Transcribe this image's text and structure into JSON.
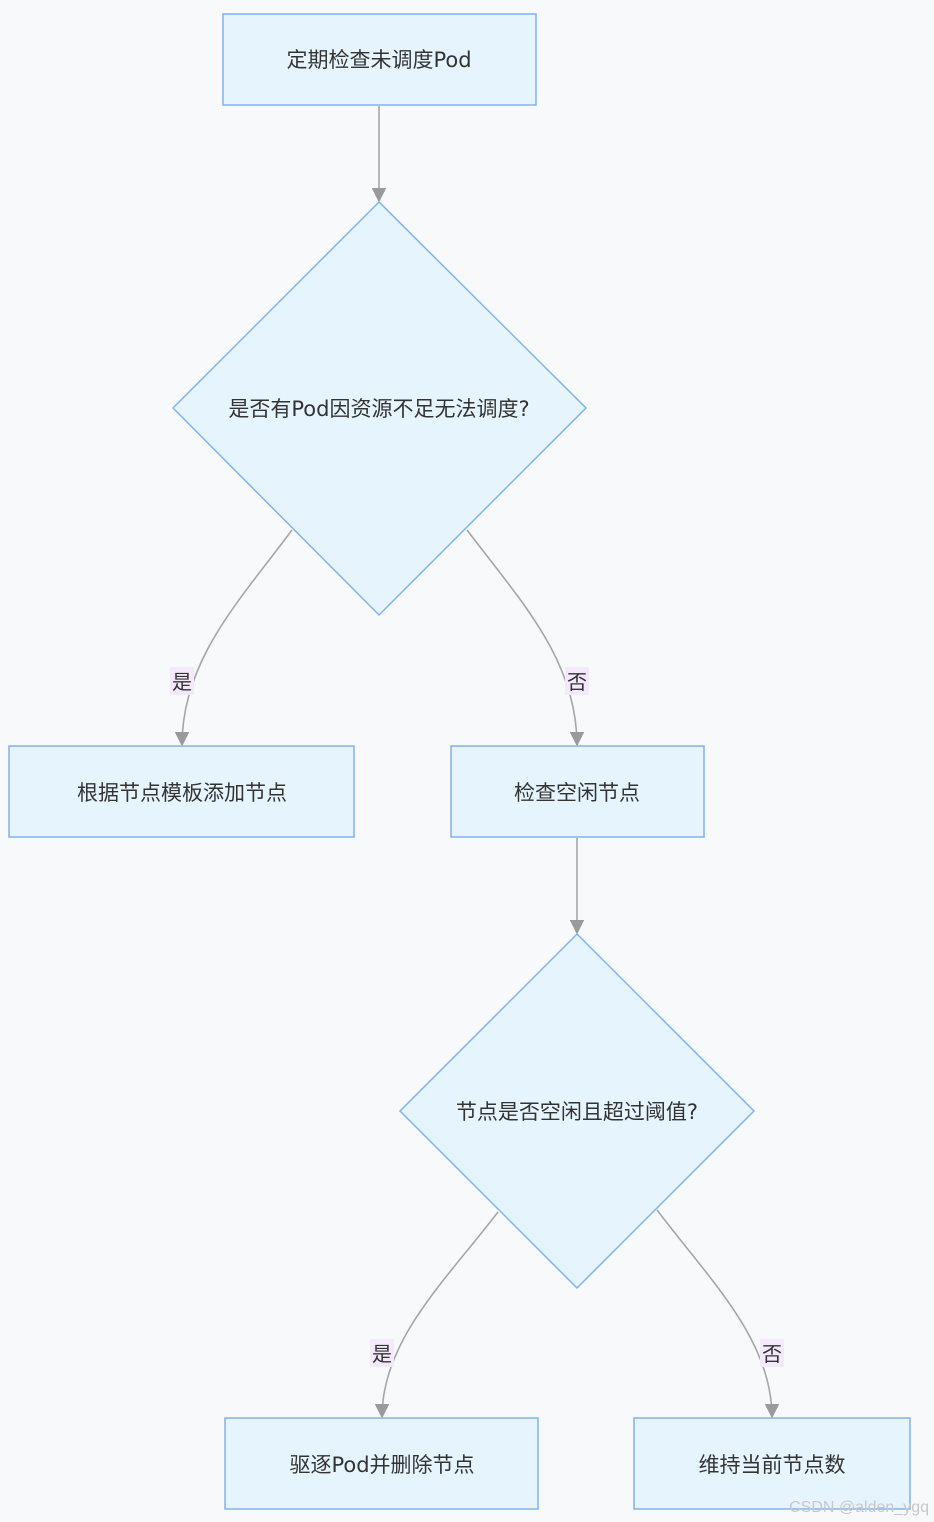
{
  "diagram": {
    "nodes": {
      "start": {
        "label": "定期检查未调度Pod"
      },
      "decision_pending": {
        "label": "是否有Pod因资源不足无法调度?"
      },
      "scale_up": {
        "label": "根据节点模板添加节点"
      },
      "check_idle": {
        "label": "检查空闲节点"
      },
      "decision_idle": {
        "label": "节点是否空闲且超过阈值?"
      },
      "scale_down": {
        "label": "驱逐Pod并删除节点"
      },
      "keep": {
        "label": "维持当前节点数"
      }
    },
    "edges": {
      "e1_yes": {
        "label": "是"
      },
      "e1_no": {
        "label": "否"
      },
      "e2_yes": {
        "label": "是"
      },
      "e2_no": {
        "label": "否"
      }
    }
  },
  "colors": {
    "node_fill": "#e6f5fd",
    "node_stroke": "#7fb2f0",
    "edge": "#a6a6a6",
    "edge_label_bg": "#f3e9fb",
    "text": "#333333"
  },
  "watermark": "CSDN @alden_ygq"
}
